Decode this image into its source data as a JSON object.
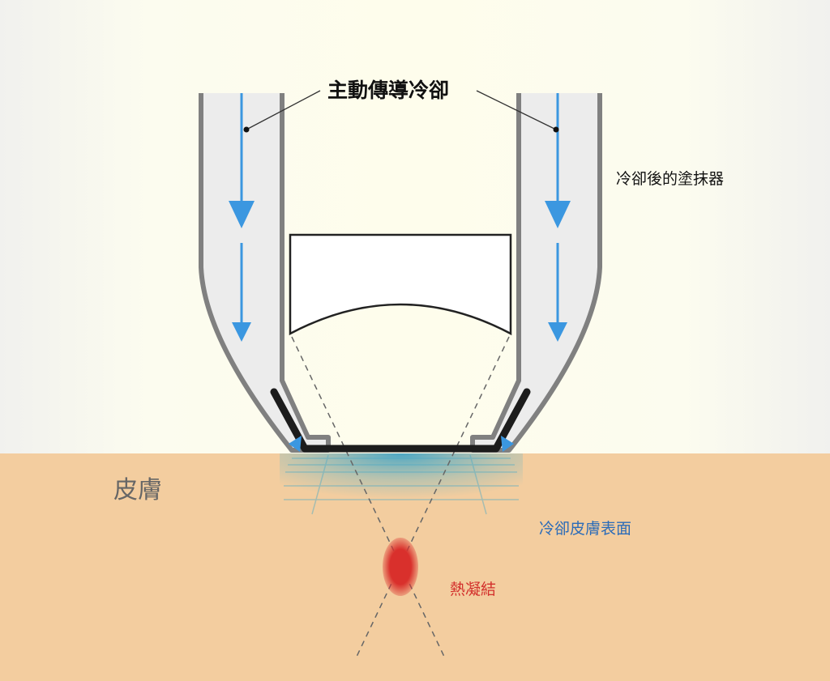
{
  "labels": {
    "active_cooling": "主動傳導冷卻",
    "cooled_applicator": "冷卻後的塗抹器",
    "skin": "皮膚",
    "cooled_skin_surface": "冷卻皮膚表面",
    "thermal_coagulation": "熱凝結"
  },
  "colors": {
    "skin": "#f3cd9f",
    "background": "#fefdec",
    "wall": "#808080",
    "channel": "#ececec",
    "arrow": "#3b97e0",
    "contact_plate": "#1c1c1c",
    "coagulation": "#d9302c",
    "surface_text": "#2c6cb8"
  }
}
